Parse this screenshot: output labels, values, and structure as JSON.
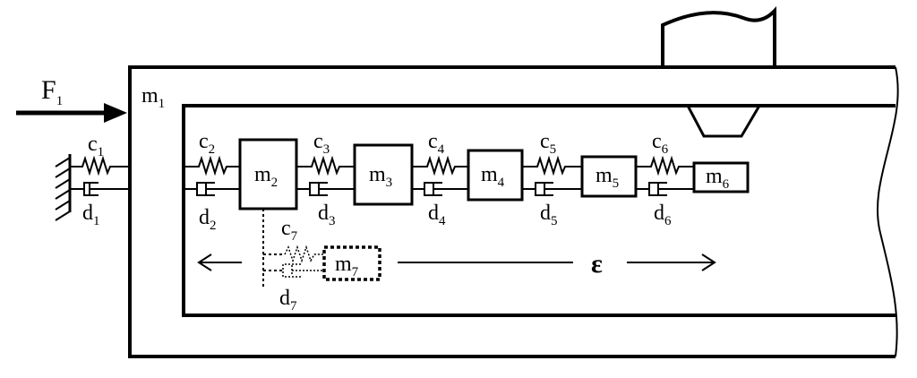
{
  "force": {
    "letter": "F",
    "sub": "1"
  },
  "outer_mass": {
    "letter": "m",
    "sub": "1"
  },
  "epsilon": "ε",
  "springs": [
    {
      "letter": "c",
      "sub": "1"
    },
    {
      "letter": "c",
      "sub": "2"
    },
    {
      "letter": "c",
      "sub": "3"
    },
    {
      "letter": "c",
      "sub": "4"
    },
    {
      "letter": "c",
      "sub": "5"
    },
    {
      "letter": "c",
      "sub": "6"
    },
    {
      "letter": "c",
      "sub": "7"
    }
  ],
  "dampers": [
    {
      "letter": "d",
      "sub": "1"
    },
    {
      "letter": "d",
      "sub": "2"
    },
    {
      "letter": "d",
      "sub": "3"
    },
    {
      "letter": "d",
      "sub": "4"
    },
    {
      "letter": "d",
      "sub": "5"
    },
    {
      "letter": "d",
      "sub": "6"
    },
    {
      "letter": "d",
      "sub": "7"
    }
  ],
  "masses": [
    {
      "letter": "m",
      "sub": "2"
    },
    {
      "letter": "m",
      "sub": "3"
    },
    {
      "letter": "m",
      "sub": "4"
    },
    {
      "letter": "m",
      "sub": "5"
    },
    {
      "letter": "m",
      "sub": "6"
    },
    {
      "letter": "m",
      "sub": "7"
    }
  ]
}
